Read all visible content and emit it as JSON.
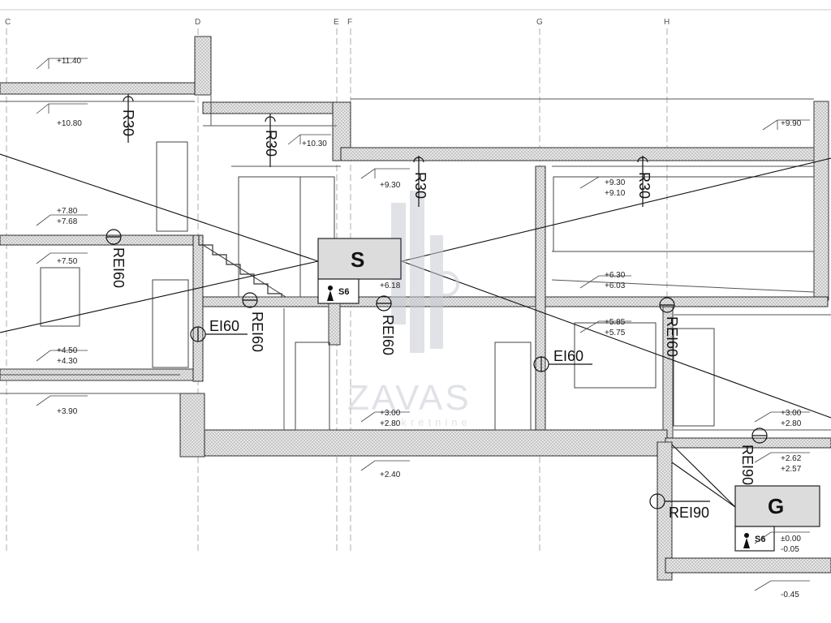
{
  "grid_axes": [
    "C",
    "D",
    "E",
    "F",
    "G",
    "H"
  ],
  "elevations": {
    "e1140": "+11.40",
    "e1080": "+10.80",
    "e1030": "+10.30",
    "e990": "+9.90",
    "e930a": "+9.30",
    "e930b": "+9.30",
    "e910": "+9.10",
    "e780": "+7.80",
    "e768": "+7.68",
    "e750": "+7.50",
    "e630": "+6.30",
    "e603": "+6.03",
    "e618": "+6.18",
    "e585": "+5.85",
    "e575": "+5.75",
    "e450": "+4.50",
    "e430": "+4.30",
    "e390": "+3.90",
    "e300a": "+3.00",
    "e280a": "+2.80",
    "e300b": "+3.00",
    "e280b": "+2.80",
    "e262": "+2.62",
    "e257": "+2.57",
    "e240": "+2.40",
    "e000": "±0.00",
    "e005": "-0.05",
    "e045": "-0.45"
  },
  "fire_ratings": {
    "r30a": "R30",
    "r30b": "R30",
    "r30c": "R30",
    "r30d": "R30",
    "rei60a": "REI60",
    "rei60b": "REI60",
    "rei60c": "REI60",
    "rei60d": "REI60",
    "ei60a": "EI60",
    "ei60b": "EI60",
    "rei90a": "REI90",
    "rei90b": "REI90"
  },
  "symbols": {
    "stair_tag": "S",
    "garage_tag": "G",
    "s6_a": "S6",
    "s6_b": "S6"
  },
  "watermark": {
    "brand": "ZAVAS",
    "sub": "nekretnine"
  }
}
